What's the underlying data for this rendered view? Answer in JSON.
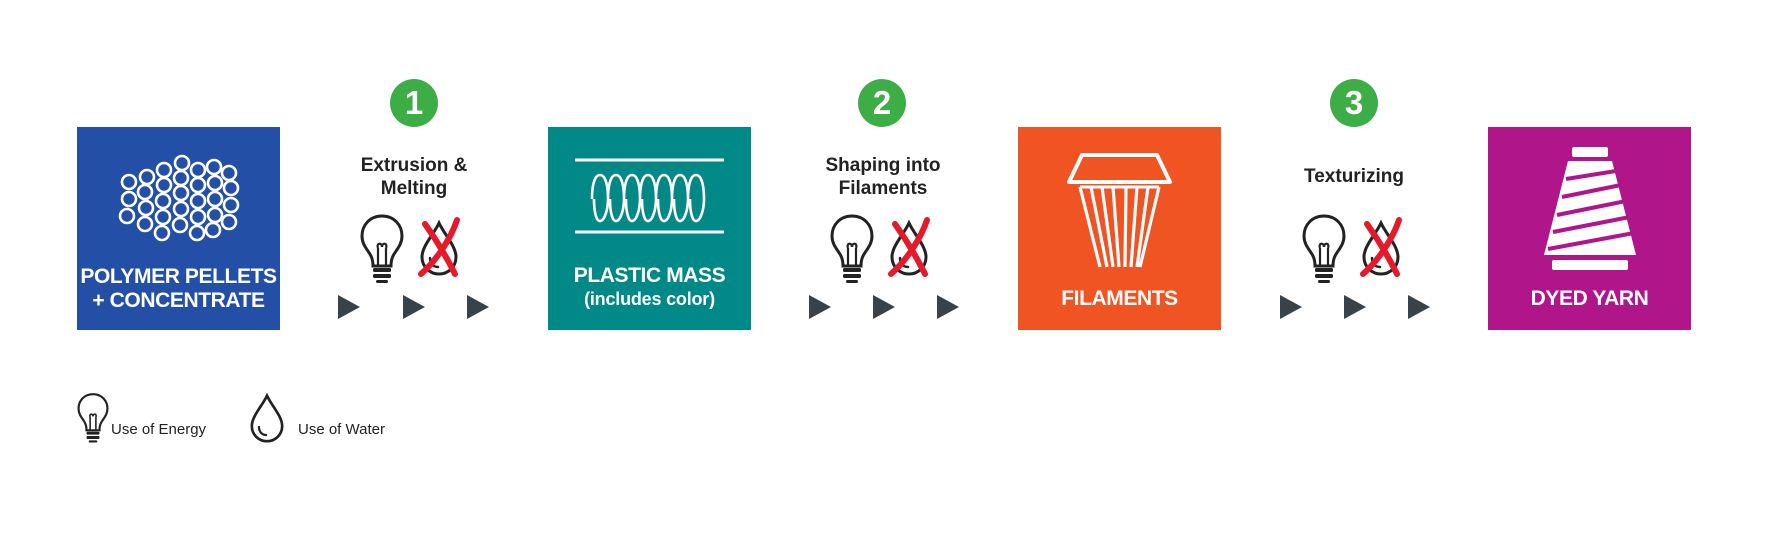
{
  "boxes": [
    {
      "id": "polymer",
      "line1": "POLYMER PELLETS",
      "line2": "+ CONCENTRATE",
      "color": "#2350a6",
      "icon": "pellets-icon"
    },
    {
      "id": "plastic",
      "line1": "PLASTIC MASS",
      "line2": "(includes color)",
      "color": "#008986",
      "icon": "coil-icon"
    },
    {
      "id": "filaments",
      "line1": "FILAMENTS",
      "color": "#f05423",
      "icon": "spinneret-icon"
    },
    {
      "id": "yarn",
      "line1": "DYED YARN",
      "color": "#b1158a",
      "icon": "yarn-cone-icon"
    }
  ],
  "steps": [
    {
      "number": "1",
      "line1": "Extrusion &",
      "line2": "Melting"
    },
    {
      "number": "2",
      "line1": "Shaping into",
      "line2": "Filaments"
    },
    {
      "number": "3",
      "line1": "Texturizing"
    }
  ],
  "step_icons": {
    "energy": "lightbulb-icon",
    "no_water": "water-drop-crossed-icon"
  },
  "legend": {
    "energy_label": "Use of Energy",
    "water_label": "Use of Water"
  },
  "colors": {
    "step_badge": "#3dad46",
    "cross": "#e5192a",
    "arrow": "#37424a",
    "icon_stroke": "#222222"
  }
}
